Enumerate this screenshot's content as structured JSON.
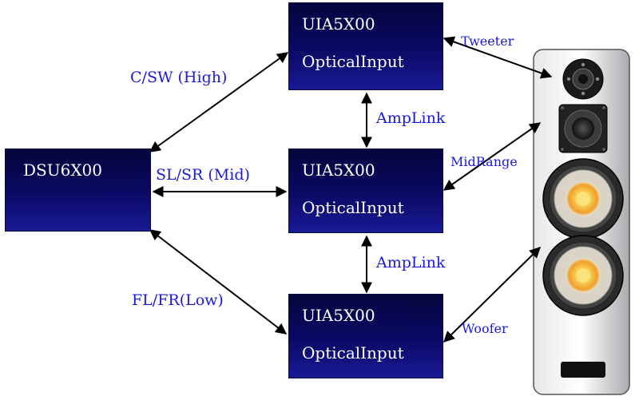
{
  "source": {
    "label": "DSU6X00"
  },
  "amps": [
    {
      "line1": "UIA5X00",
      "line2": "OpticalInput"
    },
    {
      "line1": "UIA5X00",
      "line2": "OpticalInput"
    },
    {
      "line1": "UIA5X00",
      "line2": "OpticalInput"
    }
  ],
  "links": {
    "high": "C/SW (High)",
    "mid": "SL/SR (Mid)",
    "low": "FL/FR(Low)",
    "amplink_top": "AmpLink",
    "amplink_bottom": "AmpLink",
    "tweeter": "Tweeter",
    "midrange": "MidRange",
    "woofer": "Woofer"
  },
  "colors": {
    "box_fill": "#0a0a66",
    "label_text": "#1a1ad6",
    "arrow": "#000000",
    "speaker_body": "#cfd0d2",
    "cone_glow": "#f6c64a"
  }
}
